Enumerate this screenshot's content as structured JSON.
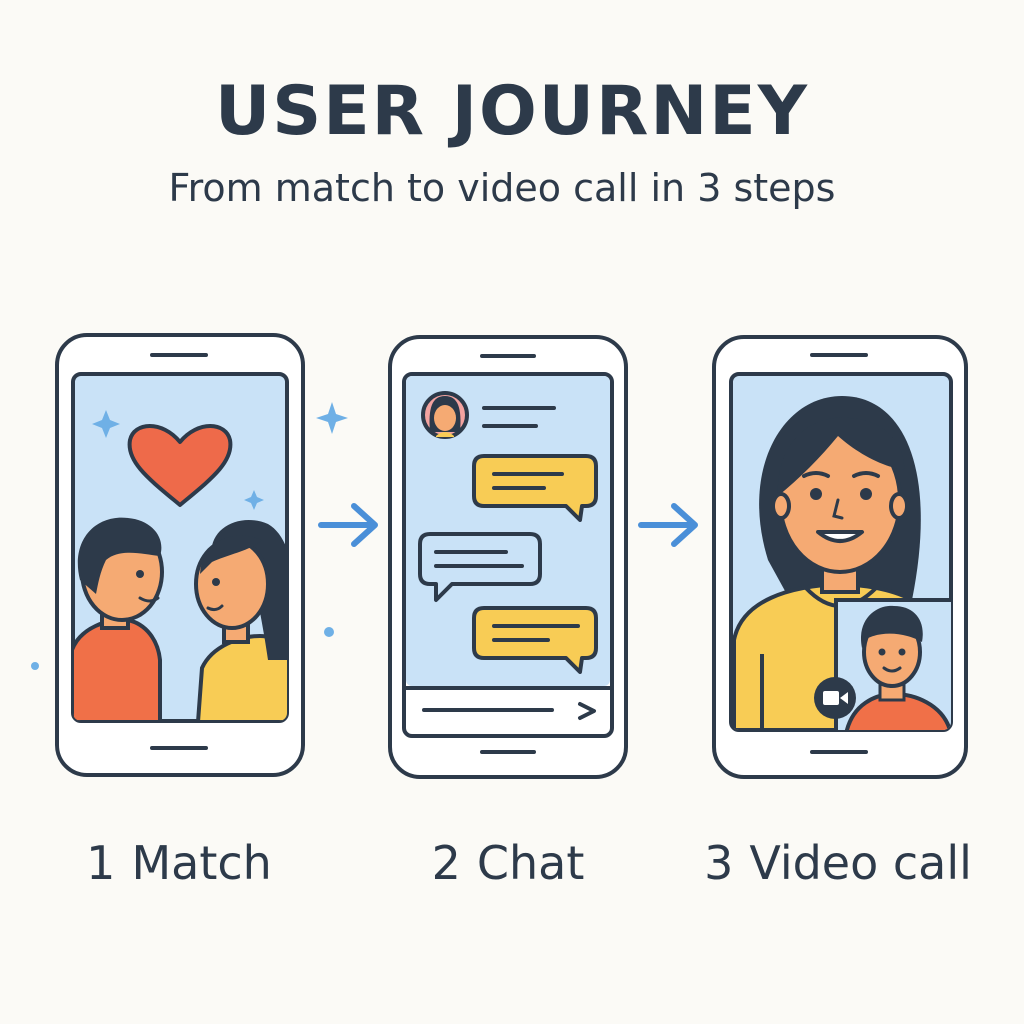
{
  "header": {
    "title": "USER JOURNEY",
    "subtitle": "From match to video call in 3 steps"
  },
  "steps": [
    {
      "number": "1",
      "label": "Match",
      "icon": "heart-icon"
    },
    {
      "number": "2",
      "label": "Chat",
      "icon": "chat-bubbles-icon"
    },
    {
      "number": "3",
      "label": "Video call",
      "icon": "video-camera-icon"
    }
  ],
  "colors": {
    "outline": "#2d3a4a",
    "screen": "#c9e2f7",
    "heart": "#ee6a4a",
    "bubble_yellow": "#f8cc55",
    "arrow": "#4a8fd8",
    "skin": "#f5aa73",
    "shirt_orange": "#f07048",
    "shirt_yellow": "#f8cc55"
  }
}
